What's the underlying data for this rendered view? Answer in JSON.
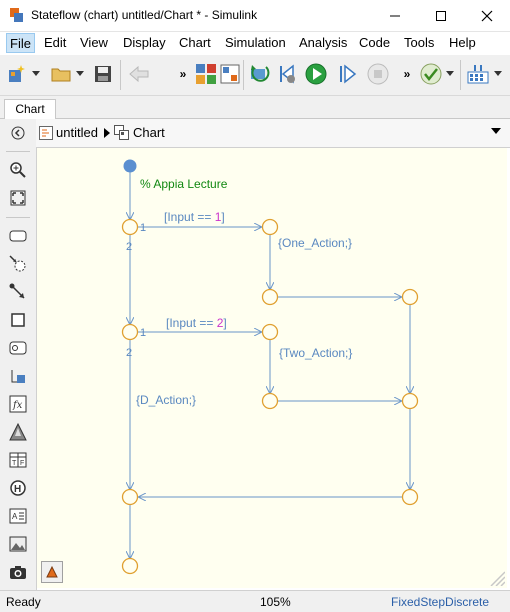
{
  "window": {
    "title": "Stateflow (chart) untitled/Chart * - Simulink",
    "minimize_icon": "minimize-icon",
    "maximize_icon": "maximize-icon",
    "close_icon": "close-icon"
  },
  "menu": [
    "File",
    "Edit",
    "View",
    "Display",
    "Chart",
    "Simulation",
    "Analysis",
    "Code",
    "Tools",
    "Help"
  ],
  "tab": {
    "label": "Chart"
  },
  "breadcrumb": {
    "root": "untitled",
    "current": "Chart"
  },
  "chart_labels": {
    "comment": "% Appia Lecture",
    "cond1": "[Input == ",
    "cond1_value": "1",
    "cond1_close": "]",
    "action1": "{One_Action;}",
    "cond2": "[Input == ",
    "cond2_value": "2",
    "cond2_close": "]",
    "action2": "{Two_Action;}",
    "default_action": "{D_Action;}",
    "order_1a": "1",
    "order_2a": "2",
    "order_1b": "1",
    "order_2b": "2"
  },
  "colors": {
    "accent": "#5588cc",
    "junction_stroke": "#e0a030",
    "line": "#6a95c8",
    "text": "#5a88c0",
    "comment": "#118811",
    "number": "#cc33cc",
    "canvas": "#fffff0"
  },
  "status": {
    "left": "Ready",
    "zoom": "105%",
    "solver": "FixedStepDiscrete"
  }
}
